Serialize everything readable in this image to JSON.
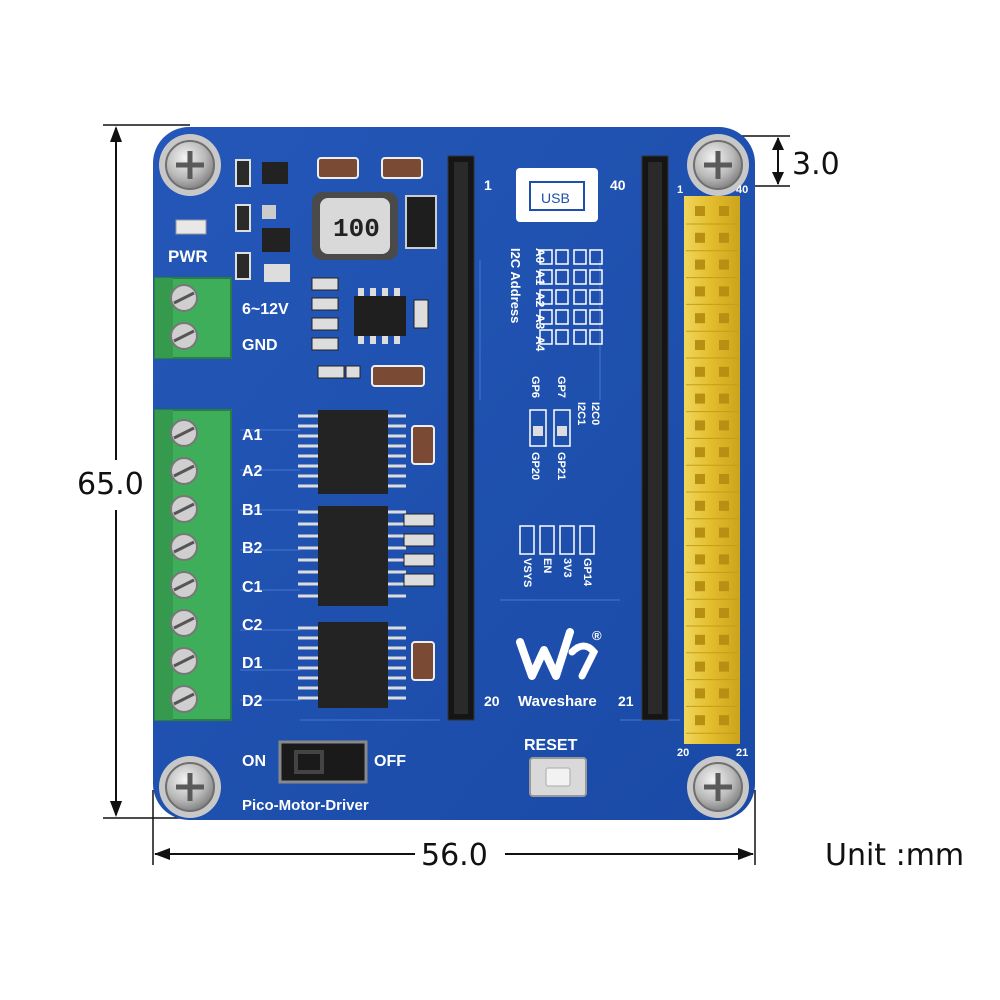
{
  "dimensions": {
    "height": "65.0",
    "width": "56.0",
    "hole_offset": "3.0",
    "unit": "Unit :mm"
  },
  "board": {
    "name": "Pico-Motor-Driver",
    "brand": "Waveshare",
    "registered": "®",
    "power_label": "PWR",
    "power_in": "6~12V",
    "gnd": "GND",
    "inductor": "100",
    "usb": "USB",
    "i2c_address": "I2C Address",
    "addr_pins": [
      "A0",
      "A1",
      "A2",
      "A3",
      "A4"
    ],
    "gp7": "GP7",
    "gp6": "GP6",
    "i2c1": "I2C1",
    "i2c0": "I2C0",
    "gp21": "GP21",
    "gp20": "GP20",
    "power_pins": [
      "VSYS",
      "EN",
      "3V3",
      "GP14"
    ],
    "motor_terminals": [
      "A1",
      "A2",
      "B1",
      "B2",
      "C1",
      "C2",
      "D1",
      "D2"
    ],
    "switch_on": "ON",
    "switch_off": "OFF",
    "reset": "RESET",
    "header_left_top": "1",
    "header_left_bottom": "20",
    "header_right_top": "40",
    "header_right_bottom": "21",
    "yellow_top_left": "1",
    "yellow_top_right": "40",
    "yellow_bottom_left": "20",
    "yellow_bottom_right": "21"
  },
  "colors": {
    "pcb": "#1d4fae",
    "terminal": "#3fae5a",
    "header_yellow": "#e8c83a",
    "header_black": "#1a1a1a"
  }
}
